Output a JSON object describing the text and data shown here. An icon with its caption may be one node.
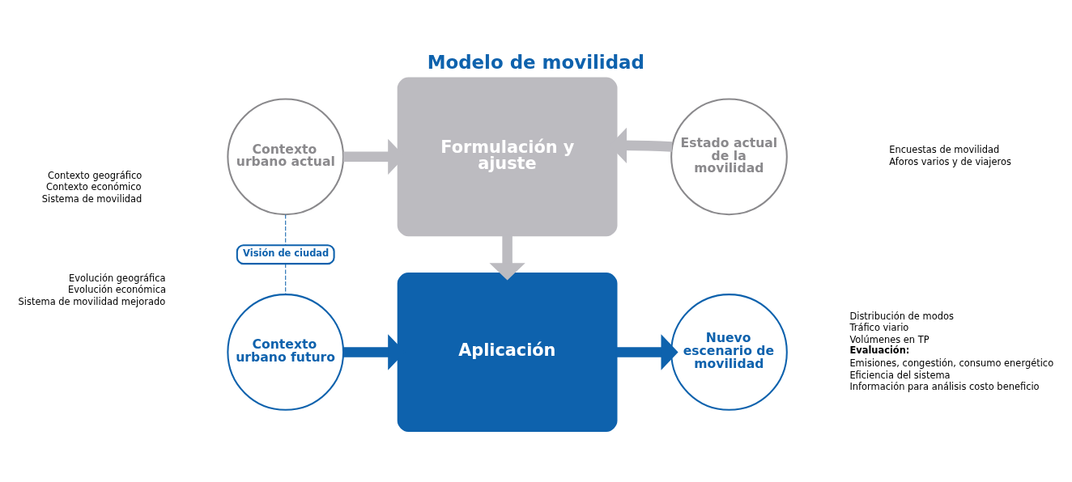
{
  "diagram": {
    "title": "Modelo de movilidad",
    "nodes": [
      {
        "text": [
          "Contexto urbano actual"
        ],
        "beside": [
          "Contexto geográfico",
          "Contexto económico",
          "Sistema de movilidad"
        ]
      },
      {
        "text": [
          "Formulación y ajuste"
        ]
      },
      {
        "text": [
          "Estado actual de la movilidad"
        ],
        "beside": [
          "Encuestas de movilidad",
          "Aforos varios y de viajeros"
        ]
      },
      {
        "text": [
          "Visión de ciudad"
        ]
      },
      {
        "text": [
          "Contexto urbano futuro"
        ],
        "beside": [
          "Evolución geográfica",
          "Evolución económica",
          "Sistema de movilidad mejorado"
        ]
      },
      {
        "text": [
          "Aplicación"
        ]
      },
      {
        "text": [
          "Nuevo escenario de movilidad"
        ],
        "beside": [
          "Distribución de modos",
          "Tráfico viario",
          "Volúmenes en TP",
          "**Evaluación:**",
          "Emisiones, congestión, consumo energético",
          "Eficiencia del sistema",
          "Información para análisis costo beneficio"
        ]
      }
    ],
    "edges": [
      {
        "from": 0,
        "to": 1,
        "arrow": "to",
        "color": "#bcbbc0"
      },
      {
        "from": 2,
        "to": 1,
        "arrow": "to",
        "color": "#bcbbc0"
      },
      {
        "from": 1,
        "to": 5,
        "arrow": "to",
        "color": "#bcbbc0"
      },
      {
        "from": 0,
        "to": 3,
        "arrow": "none",
        "style": "dashed",
        "color": "#0e62ad"
      },
      {
        "from": 3,
        "to": 4,
        "arrow": "none",
        "style": "dashed",
        "color": "#0e62ad"
      },
      {
        "from": 4,
        "to": 5,
        "arrow": "to",
        "color": "#0e62ad"
      },
      {
        "from": 5,
        "to": 6,
        "arrow": "to",
        "color": "#0e62ad"
      }
    ]
  }
}
